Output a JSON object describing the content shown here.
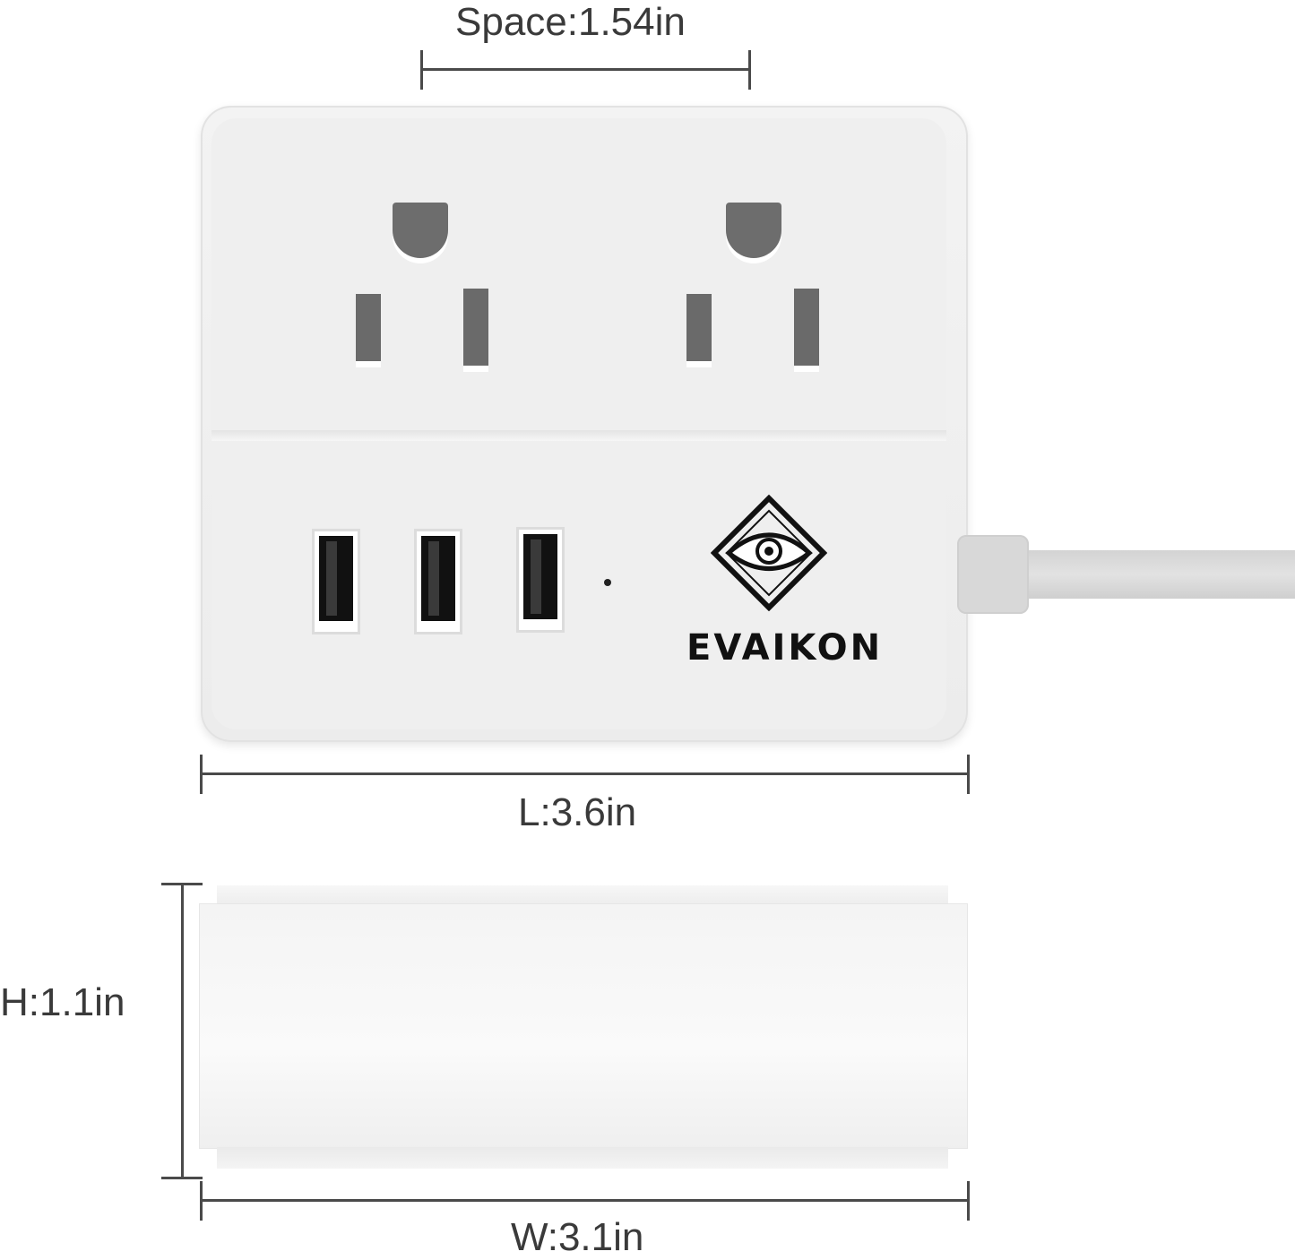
{
  "dimensions": {
    "space": "Space:1.54in",
    "length": "L:3.6in",
    "height": "H:1.1in",
    "width": "W:3.1in"
  },
  "brand": {
    "name": "EVAIKON",
    "logo_icon": "diamond-eye-logo-icon"
  },
  "colors": {
    "device": "#efefef",
    "slots": "#6a6a6a",
    "usb_ports": "#111111",
    "brand_text": "#111111"
  }
}
